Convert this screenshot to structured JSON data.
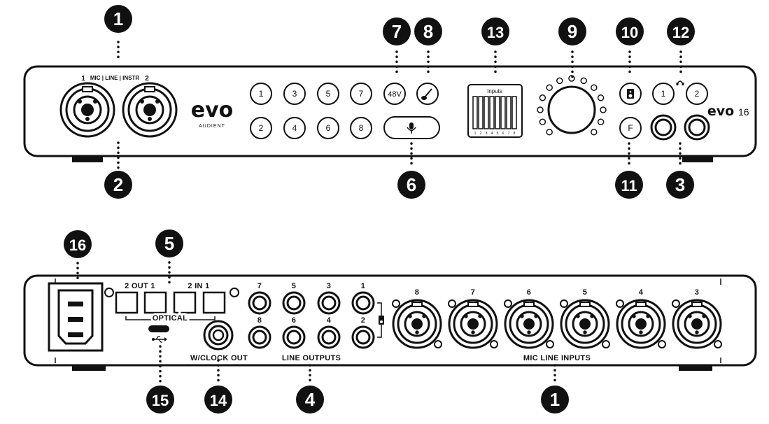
{
  "front_panel": {
    "input_numbers": [
      "1",
      "2"
    ],
    "input_type_label": "MIC | LINE | INSTR",
    "brand_logo": "evo",
    "brand_sub": "AUDIENT",
    "channel_buttons": [
      "1",
      "3",
      "5",
      "7",
      "2",
      "4",
      "6",
      "8"
    ],
    "phantom_label": "48V",
    "mic_icon": "mic-icon",
    "instrument_icon": "guitar-icon",
    "meter_title": "Inputs",
    "meter_channels": [
      "1",
      "2",
      "3",
      "4",
      "5",
      "6",
      "7",
      "8"
    ],
    "speaker_button_icon": "speaker-icon",
    "f_button_label": "F",
    "headphone_buttons": [
      "1",
      "2"
    ],
    "headphone_icon": "headphones-icon",
    "model_logo": "evo",
    "model_number": "16"
  },
  "rear_panel": {
    "optical_out_label": "2  OUT  1",
    "optical_in_label": "2   IN   1",
    "optical_label": "OPTICAL",
    "usb_icon": "usb-icon",
    "wclock_label": "W/CLOCK OUT",
    "line_out_numbers_top": [
      "7",
      "5",
      "3",
      "1"
    ],
    "line_out_numbers_bottom": [
      "8",
      "6",
      "4",
      "2"
    ],
    "line_outputs_label": "LINE OUTPUTS",
    "speaker_icon": "speaker-icon",
    "mic_line_numbers": [
      "8",
      "7",
      "6",
      "5",
      "4",
      "3"
    ],
    "mic_line_label": "MIC LINE INPUTS"
  },
  "callouts": {
    "c1_top": "1",
    "c2": "2",
    "c7": "7",
    "c8": "8",
    "c13": "13",
    "c9": "9",
    "c10": "10",
    "c12": "12",
    "c6": "6",
    "c11": "11",
    "c3": "3",
    "c16": "16",
    "c5": "5",
    "c15": "15",
    "c14": "14",
    "c4": "4",
    "c1_bottom": "1"
  }
}
